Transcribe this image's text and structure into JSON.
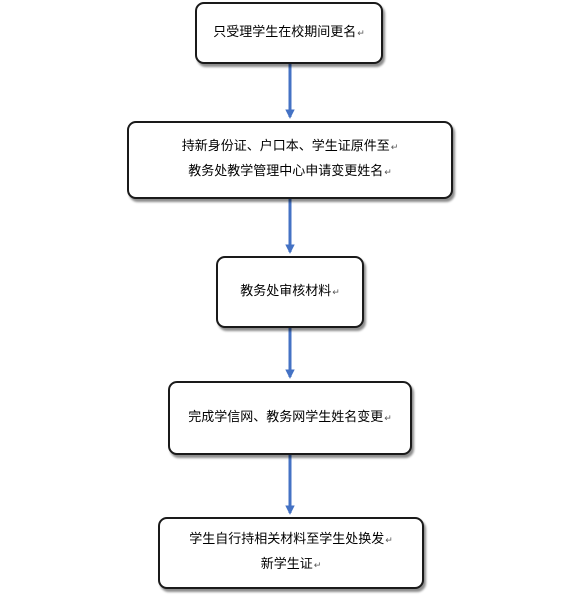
{
  "flowchart": {
    "steps": [
      {
        "lines": [
          "只受理学生在校期间更名"
        ]
      },
      {
        "lines": [
          "持新身份证、户口本、学生证原件至",
          "教务处教学管理中心申请变更姓名"
        ]
      },
      {
        "lines": [
          "教务处审核材料"
        ]
      },
      {
        "lines": [
          "完成学信网、教务网学生姓名变更"
        ]
      },
      {
        "lines": [
          "学生自行持相关材料至学生处换发",
          "新学生证"
        ]
      }
    ],
    "paragraph_mark": "↵",
    "arrow_color": "#4472c4",
    "border_color": "#1a1a1a"
  }
}
